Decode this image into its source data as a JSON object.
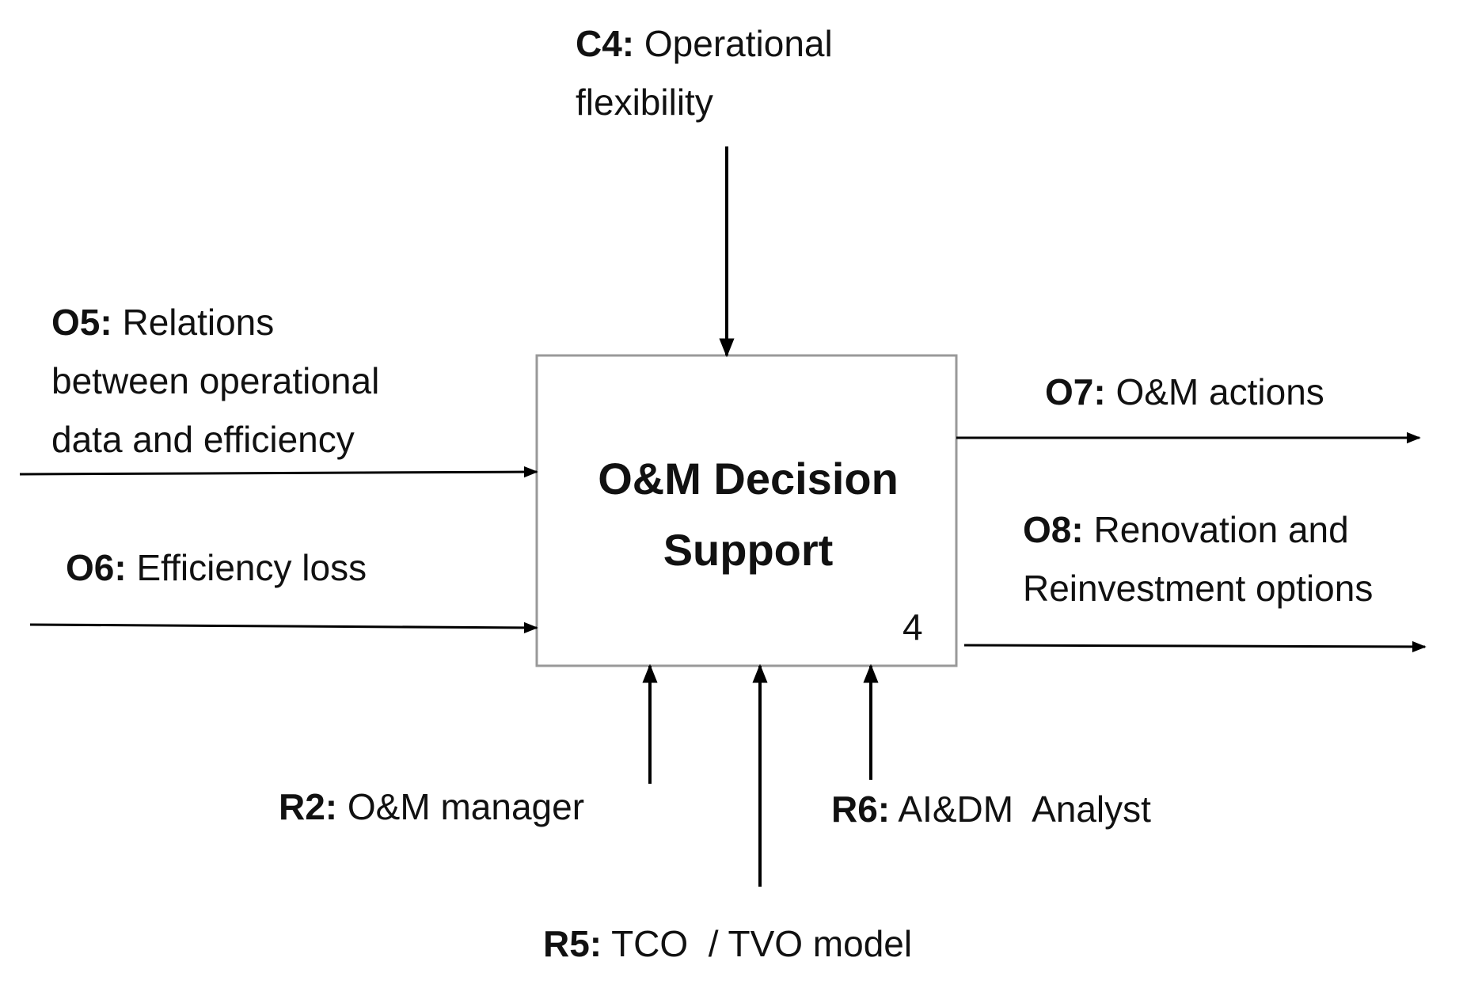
{
  "activity": {
    "title_line1": "O&M Decision",
    "title_line2": "Support",
    "number": "4"
  },
  "control": {
    "code": "C4:",
    "text_line1": "Operational",
    "text_line2": "flexibility"
  },
  "inputs": [
    {
      "code": "O5:",
      "lines": [
        "Relations",
        "between operational",
        "data and efficiency"
      ]
    },
    {
      "code": "O6:",
      "lines": [
        "Efficiency loss"
      ]
    }
  ],
  "outputs": [
    {
      "code": "O7:",
      "lines": [
        "O&M actions"
      ]
    },
    {
      "code": "O8:",
      "lines": [
        "Renovation and",
        "Reinvestment options"
      ]
    }
  ],
  "mechanisms": [
    {
      "code": "R2:",
      "text": "O&M manager"
    },
    {
      "code": "R5:",
      "text": "TCO  / TVO model"
    },
    {
      "code": "R6:",
      "text": "AI&DM  Analyst"
    }
  ]
}
